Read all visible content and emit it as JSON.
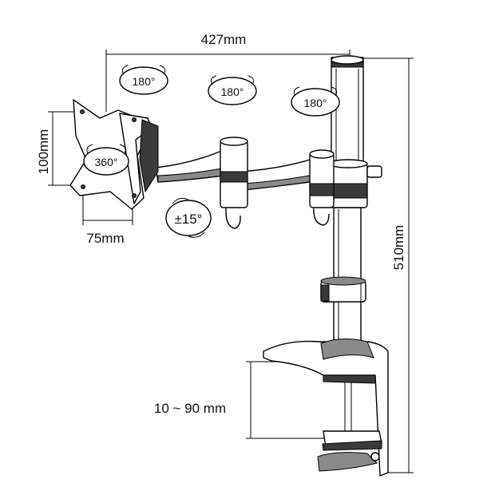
{
  "dimensions": {
    "arm_length": "427mm",
    "total_height": "510mm",
    "vesa_height": "100mm",
    "vesa_width": "75mm",
    "clamp_range": "10 ~ 90 mm"
  },
  "rotations": {
    "joint_1": "180°",
    "joint_2": "180°",
    "joint_3": "180°",
    "plate": "360°",
    "tilt": "±15°"
  }
}
